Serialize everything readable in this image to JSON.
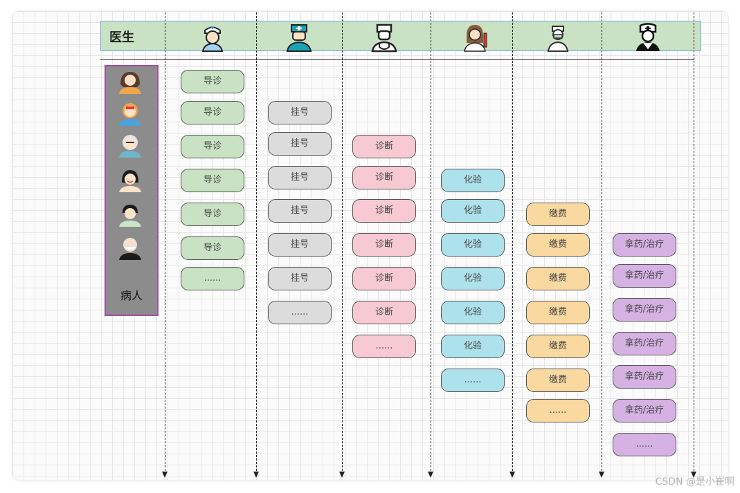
{
  "header": {
    "label": "医生"
  },
  "doctor_icons": [
    "nurse-icon",
    "surgeon-icon",
    "doctor-stethoscope-icon",
    "nurse-syringe-icon",
    "masked-doctor-icon",
    "head-nurse-icon"
  ],
  "patients": {
    "label": "病人",
    "icons": [
      "patient-girl-icon",
      "patient-woman-icon",
      "patient-elder-man-icon",
      "patient-woman-2-icon",
      "patient-boy-icon",
      "patient-bald-elder-icon"
    ]
  },
  "columns": [
    {
      "name": "triage",
      "color": "#c8e2c3",
      "items": [
        "导诊",
        "导诊",
        "导诊",
        "导诊",
        "导诊",
        "导诊",
        "......"
      ]
    },
    {
      "name": "registration",
      "color": "#dcdcdc",
      "items": [
        "挂号",
        "挂号",
        "挂号",
        "挂号",
        "挂号",
        "挂号",
        "......"
      ]
    },
    {
      "name": "diagnosis",
      "color": "#f7c9d3",
      "items": [
        "诊断",
        "诊断",
        "诊断",
        "诊断",
        "诊断",
        "诊断",
        "......"
      ]
    },
    {
      "name": "lab-test",
      "color": "#ade1eb",
      "items": [
        "化验",
        "化验",
        "化验",
        "化验",
        "化验",
        "化验",
        "......"
      ]
    },
    {
      "name": "payment",
      "color": "#fad9a1",
      "items": [
        "缴费",
        "缴费",
        "缴费",
        "缴费",
        "缴费",
        "缴费",
        "......"
      ]
    },
    {
      "name": "medicine-treatment",
      "color": "#d5b2e3",
      "items": [
        "拿药/治疗",
        "拿药/治疗",
        "拿药/治疗",
        "拿药/治疗",
        "拿药/治疗",
        "拿药/治疗",
        "......"
      ]
    }
  ],
  "watermark": "CSDN @是小崔啊"
}
